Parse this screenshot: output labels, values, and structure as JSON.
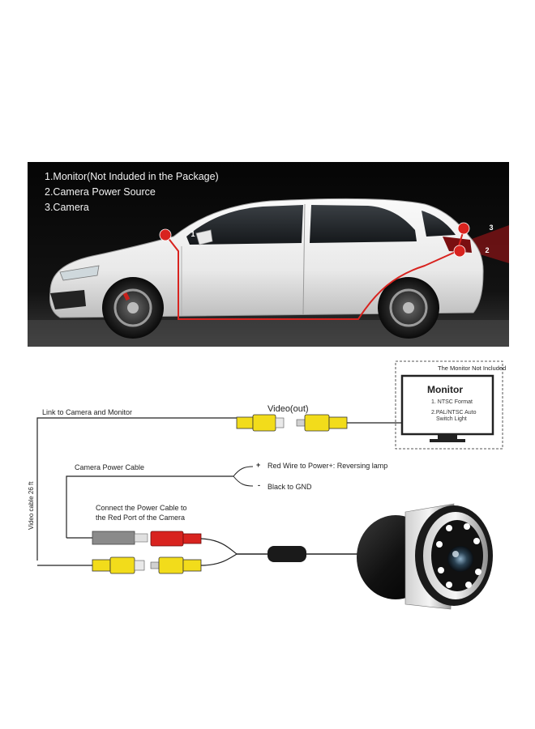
{
  "legend": {
    "item1": "1.Monitor(Not Induded in the Package)",
    "item2": "2.Camera Power Source",
    "item3": "3.Camera"
  },
  "markers": [
    "1",
    "2",
    "3"
  ],
  "monitor": {
    "caption": "The Monitor Not Included",
    "title": "Monitor",
    "feature1": "1. NTSC Format",
    "feature2_line1": "2.PAL/NTSC Auto",
    "feature2_line2": "Switch Light"
  },
  "labels": {
    "video_out": "Video(out)",
    "link": "Link to Camera and Monitor",
    "power_cable": "Camera Power Cable",
    "red_wire": "Red Wire to Power+: Reversing lamp",
    "black_wire": "Black to GND",
    "connect_line1": "Connect the Power Cable to",
    "connect_line2": "the Red Port of the Camera",
    "video_cable": "Video cable 26 ft",
    "plus_sign": "+",
    "minus_sign": "-"
  },
  "colors": {
    "photo_bg": "#0b0b0b",
    "route_red": "#d8231f",
    "rca_yellow": "#f2dc1b",
    "rca_red": "#d8231f",
    "rca_gray": "#8a8a8a",
    "wire": "#222222"
  }
}
